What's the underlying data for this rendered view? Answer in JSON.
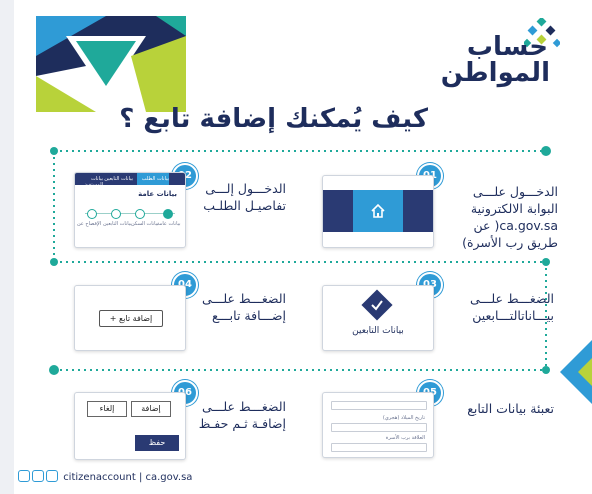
{
  "logo": {
    "line1": "حساب",
    "line2": "المواطن"
  },
  "title": "كيف يُمكنك إضافة تابع ؟",
  "steps": [
    {
      "num": "01",
      "lines": [
        "الدخـــول علـــى",
        "البوابة الالكترونية",
        "ca.gov.sa( عن",
        "طريق رب الأسرة)"
      ]
    },
    {
      "num": "02",
      "lines": [
        "الدخـــول إلـــى",
        "تفاصيـل الطلـب"
      ]
    },
    {
      "num": "03",
      "lines": [
        "الضغـــط علـــى",
        "بيـــاناتالتـــابعين"
      ]
    },
    {
      "num": "04",
      "lines": [
        "الضغـــط علـــى",
        "إضـــافة تابـــع"
      ]
    },
    {
      "num": "05",
      "lines": [
        "تعبئة بيانات التابع"
      ]
    },
    {
      "num": "06",
      "lines": [
        "الضغـــط علـــى",
        "إضافـة ثـم حفـظ"
      ]
    }
  ],
  "card2": {
    "tabs": [
      "بيانات الطلب",
      "بيانات التابعين",
      "بيانات المستفيد"
    ],
    "heading": "بيانات عامة",
    "progress": [
      "الإفصاح عن",
      "بيانات التابعين",
      "بيانات السكن",
      "بيانات عامة"
    ]
  },
  "card3": {
    "label": "بيانات التابعين"
  },
  "card4": {
    "button": "إضافة تابع +"
  },
  "card5": {
    "field1": "تاريخ الميلاد (هجري)",
    "field2": "العلاقة برب الأسرة"
  },
  "card6": {
    "cancel": "إلغاء",
    "add": "إضافة",
    "save": "حفظ"
  },
  "footer": {
    "handle": "citizenaccount",
    "sep": "|",
    "site": "ca.gov.sa"
  },
  "colors": {
    "navy": "#1e2d5c",
    "blue": "#2f9bd6",
    "teal": "#1fa99a",
    "lime": "#b8d23a"
  }
}
